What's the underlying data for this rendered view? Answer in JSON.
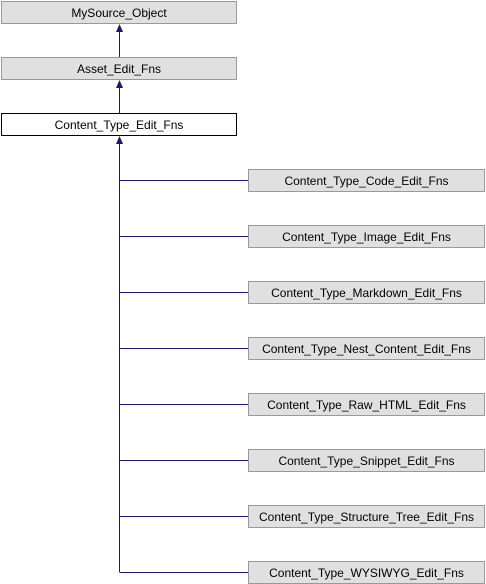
{
  "diagram": {
    "parents": [
      {
        "id": "mysource-object",
        "label": "MySource_Object"
      },
      {
        "id": "asset-edit-fns",
        "label": "Asset_Edit_Fns"
      }
    ],
    "current": {
      "id": "content-type-edit-fns",
      "label": "Content_Type_Edit_Fns"
    },
    "children": [
      {
        "id": "code",
        "label": "Content_Type_Code_Edit_Fns"
      },
      {
        "id": "image",
        "label": "Content_Type_Image_Edit_Fns"
      },
      {
        "id": "markdown",
        "label": "Content_Type_Markdown_Edit_Fns"
      },
      {
        "id": "nest-content",
        "label": "Content_Type_Nest_Content_Edit_Fns"
      },
      {
        "id": "raw-html",
        "label": "Content_Type_Raw_HTML_Edit_Fns"
      },
      {
        "id": "snippet",
        "label": "Content_Type_Snippet_Edit_Fns"
      },
      {
        "id": "structure-tree",
        "label": "Content_Type_Structure_Tree_Edit_Fns"
      },
      {
        "id": "wysiwyg",
        "label": "Content_Type_WYSIWYG_Edit_Fns"
      }
    ],
    "colors": {
      "edge": "#191970",
      "node_fill": "#e0e0e0",
      "node_border": "#999999",
      "current_fill": "#ffffff",
      "current_border": "#000000"
    }
  }
}
